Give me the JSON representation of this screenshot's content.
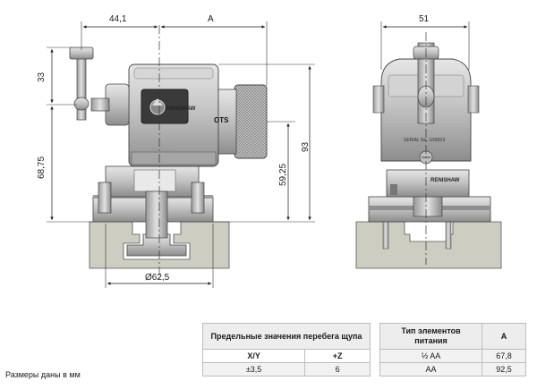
{
  "side_view": {
    "dim_top_left": "44,1",
    "dim_top_right": "A",
    "dim_left_top": "33",
    "dim_left_bottom": "68,75",
    "dim_right_inner": "59,25",
    "dim_right_outer": "93",
    "dim_bottom": "Ø62,5",
    "label_ots": "OTS",
    "label_brand": "RENISHAW"
  },
  "front_view": {
    "dim_top": "51",
    "label_serial": "SERIAL No. 1D68X3",
    "label_brand": "RENISHAW"
  },
  "overtravel_table": {
    "title": "Предельные значения перебега щупа",
    "headers": [
      "X/Y",
      "+Z"
    ],
    "values": [
      "±3,5",
      "6"
    ]
  },
  "battery_table": {
    "title_line1": "Тип элементов",
    "title_line2": "питания",
    "col_a": "A",
    "rows": [
      {
        "type": "½ AA",
        "a": "67,8"
      },
      {
        "type": "AA",
        "a": "92,5"
      }
    ]
  },
  "note": "Размеры даны в мм"
}
